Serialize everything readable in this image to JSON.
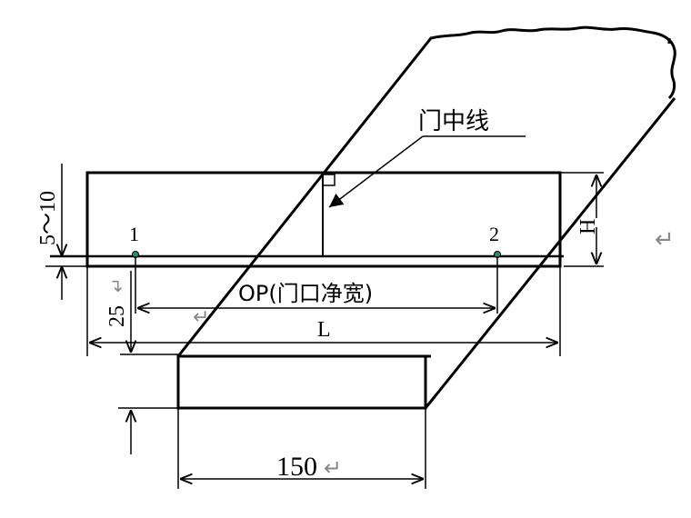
{
  "labels": {
    "door_centerline": "门中线",
    "point_1": "1",
    "point_2": "2",
    "gap_range": "5～10",
    "height": "H",
    "clear_width": "OP(门口净宽)",
    "offset_25": "25",
    "length": "L",
    "board_width": "150"
  },
  "icons": {
    "return_mark": "↵"
  },
  "colors": {
    "line": "#000000",
    "point_marker": "#2e8b6e",
    "return_mark": "#888888"
  }
}
